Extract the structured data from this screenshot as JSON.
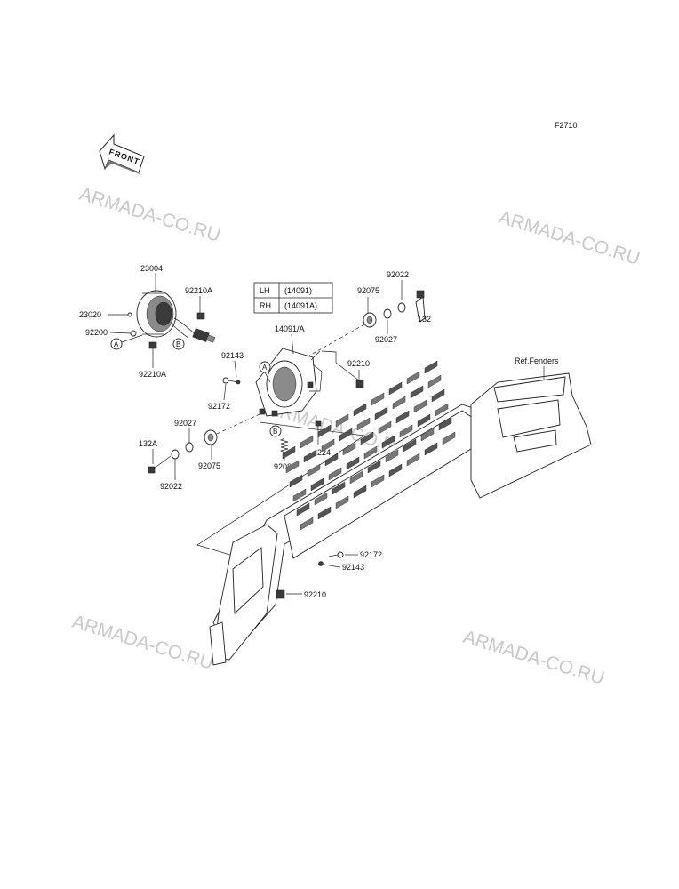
{
  "figure_code": "F2710",
  "front_label": "FRONT",
  "ref_label": "Ref.Fenders",
  "watermark": "ARMADA-CO.RU",
  "side_table": [
    {
      "side": "LH",
      "part": "(14091)"
    },
    {
      "side": "RH",
      "part": "(14091A)"
    }
  ],
  "callouts": {
    "A": "A",
    "B": "B"
  },
  "parts": {
    "p23004": "23004",
    "p92210A_top": "92210A",
    "p23020": "23020",
    "p92200": "92200",
    "p92210A_bottom": "92210A",
    "p14091A": "14091/A",
    "p92143_left": "92143",
    "p92172_left": "92172",
    "p92022_top": "92022",
    "p92075_top": "92075",
    "p132": "132",
    "p92027_top": "92027",
    "p92210_top": "92210",
    "p92027_left": "92027",
    "p132A": "132A",
    "p92075_left": "92075",
    "p92022_left": "92022",
    "p92081": "92081",
    "p224": "224",
    "p92172_right": "92172",
    "p92143_right": "92143",
    "p92210_bottom": "92210"
  }
}
